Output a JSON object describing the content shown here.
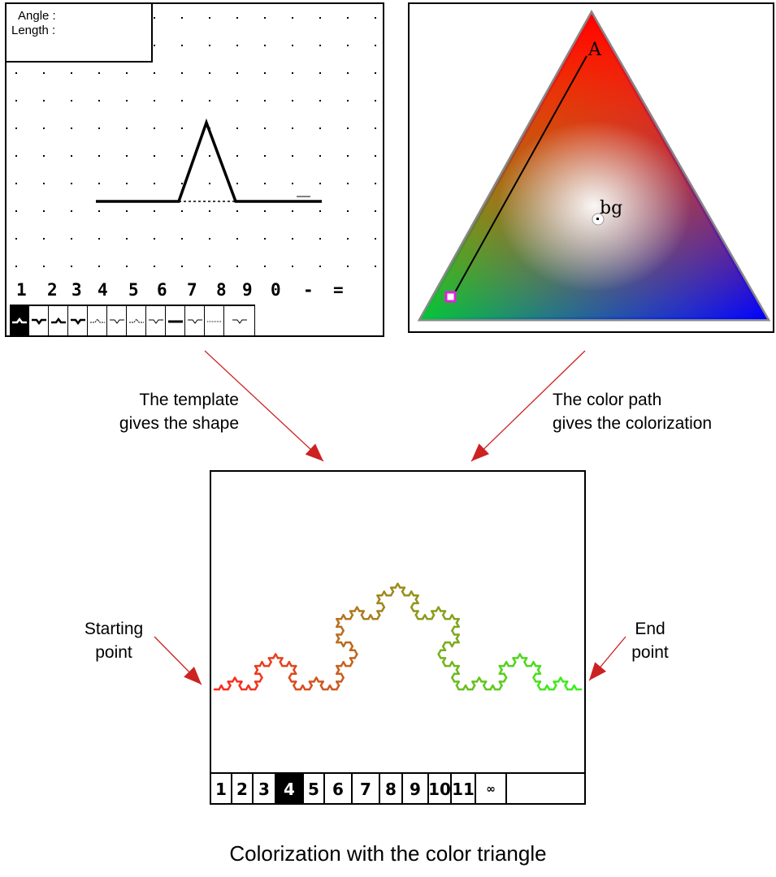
{
  "template_window": {
    "angle_label": "Angle :",
    "length_label": "Length :",
    "key_labels": [
      "1",
      "2",
      "3",
      "4",
      "5",
      "6",
      "7",
      "8",
      "9",
      "0",
      "-",
      "="
    ],
    "tools": [
      {
        "name": "tool-1",
        "selected": true
      },
      {
        "name": "tool-2",
        "selected": false
      },
      {
        "name": "tool-3",
        "selected": false
      },
      {
        "name": "tool-4",
        "selected": false
      },
      {
        "name": "tool-5",
        "selected": false
      },
      {
        "name": "tool-6",
        "selected": false
      },
      {
        "name": "tool-7",
        "selected": false
      },
      {
        "name": "tool-8",
        "selected": false
      },
      {
        "name": "tool-9",
        "selected": false
      },
      {
        "name": "tool-0",
        "selected": false
      },
      {
        "name": "tool-minus",
        "selected": false
      },
      {
        "name": "tool-equals",
        "selected": false
      }
    ]
  },
  "triangle_window": {
    "start_label": "A",
    "background_label": "bg"
  },
  "captions": {
    "template": [
      "The template",
      "gives the shape"
    ],
    "color_path": [
      "The color path",
      "gives the colorization"
    ],
    "start": [
      "Starting",
      "point"
    ],
    "end": [
      "End",
      "point"
    ],
    "footer": "Colorization with the color triangle"
  },
  "result_window": {
    "iterations": [
      "1",
      "2",
      "3",
      "4",
      "5",
      "6",
      "7",
      "8",
      "9",
      "10",
      "11",
      "∞",
      ""
    ],
    "selected_iteration": "4"
  },
  "colors": {
    "arrow": "#cc2222",
    "path_start": "#ff2200",
    "path_end": "#33ee22"
  }
}
